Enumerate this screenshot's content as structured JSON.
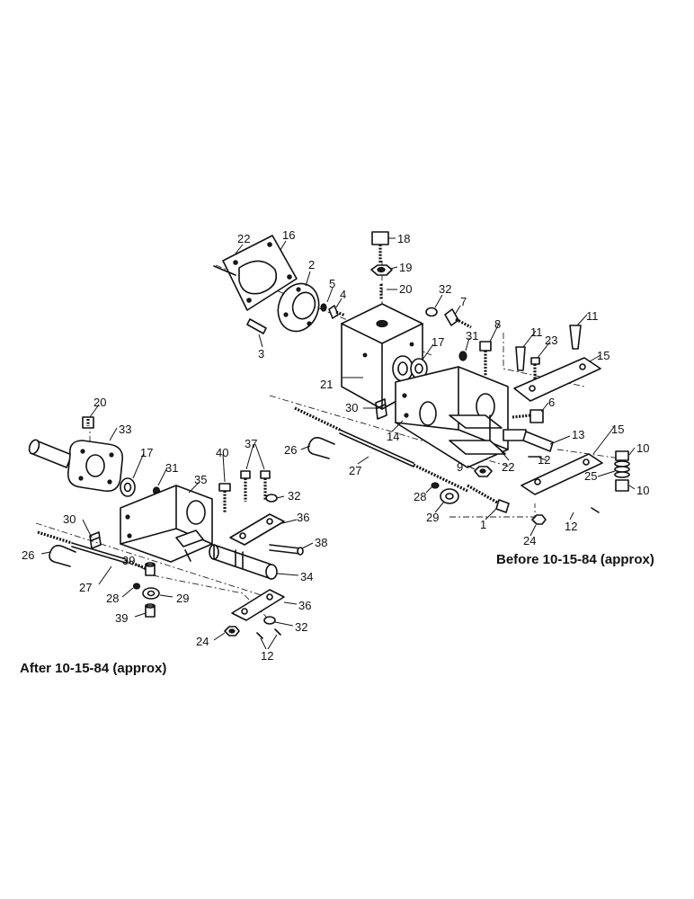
{
  "captions": {
    "before": "Before 10-15-84 (approx)",
    "after": "After 10-15-84 (approx)"
  },
  "callouts": {
    "c22a": "22",
    "c16": "16",
    "c2": "2",
    "c3": "3",
    "c5": "5",
    "c4": "4",
    "c18": "18",
    "c19": "19",
    "c20a": "20",
    "c32a": "32",
    "c7": "7",
    "c8": "8",
    "c11a": "11",
    "c11b": "11",
    "c23": "23",
    "c15a": "15",
    "c17a": "17",
    "c31a": "31",
    "c21": "21",
    "c30a": "30",
    "c6": "6",
    "c14": "14",
    "c26a": "26",
    "c12a": "12",
    "c13": "13",
    "c15b": "15",
    "c10a": "10",
    "c9": "9",
    "c22b": "22",
    "c27a": "27",
    "c25": "25",
    "c10b": "10",
    "c28a": "28",
    "c29a": "29",
    "c1": "1",
    "c12b": "12",
    "c24a": "24",
    "c20b": "20",
    "c33": "33",
    "c17b": "17",
    "c31b": "31",
    "c40": "40",
    "c37": "37",
    "c35": "35",
    "c32b": "32",
    "c30b": "30",
    "c36a": "36",
    "c38": "38",
    "c26b": "26",
    "c39a": "39",
    "c27b": "27",
    "c28b": "28",
    "c29b": "29",
    "c34": "34",
    "c39b": "39",
    "c36b": "36",
    "c24b": "24",
    "c32c": "32",
    "c12c": "12"
  }
}
